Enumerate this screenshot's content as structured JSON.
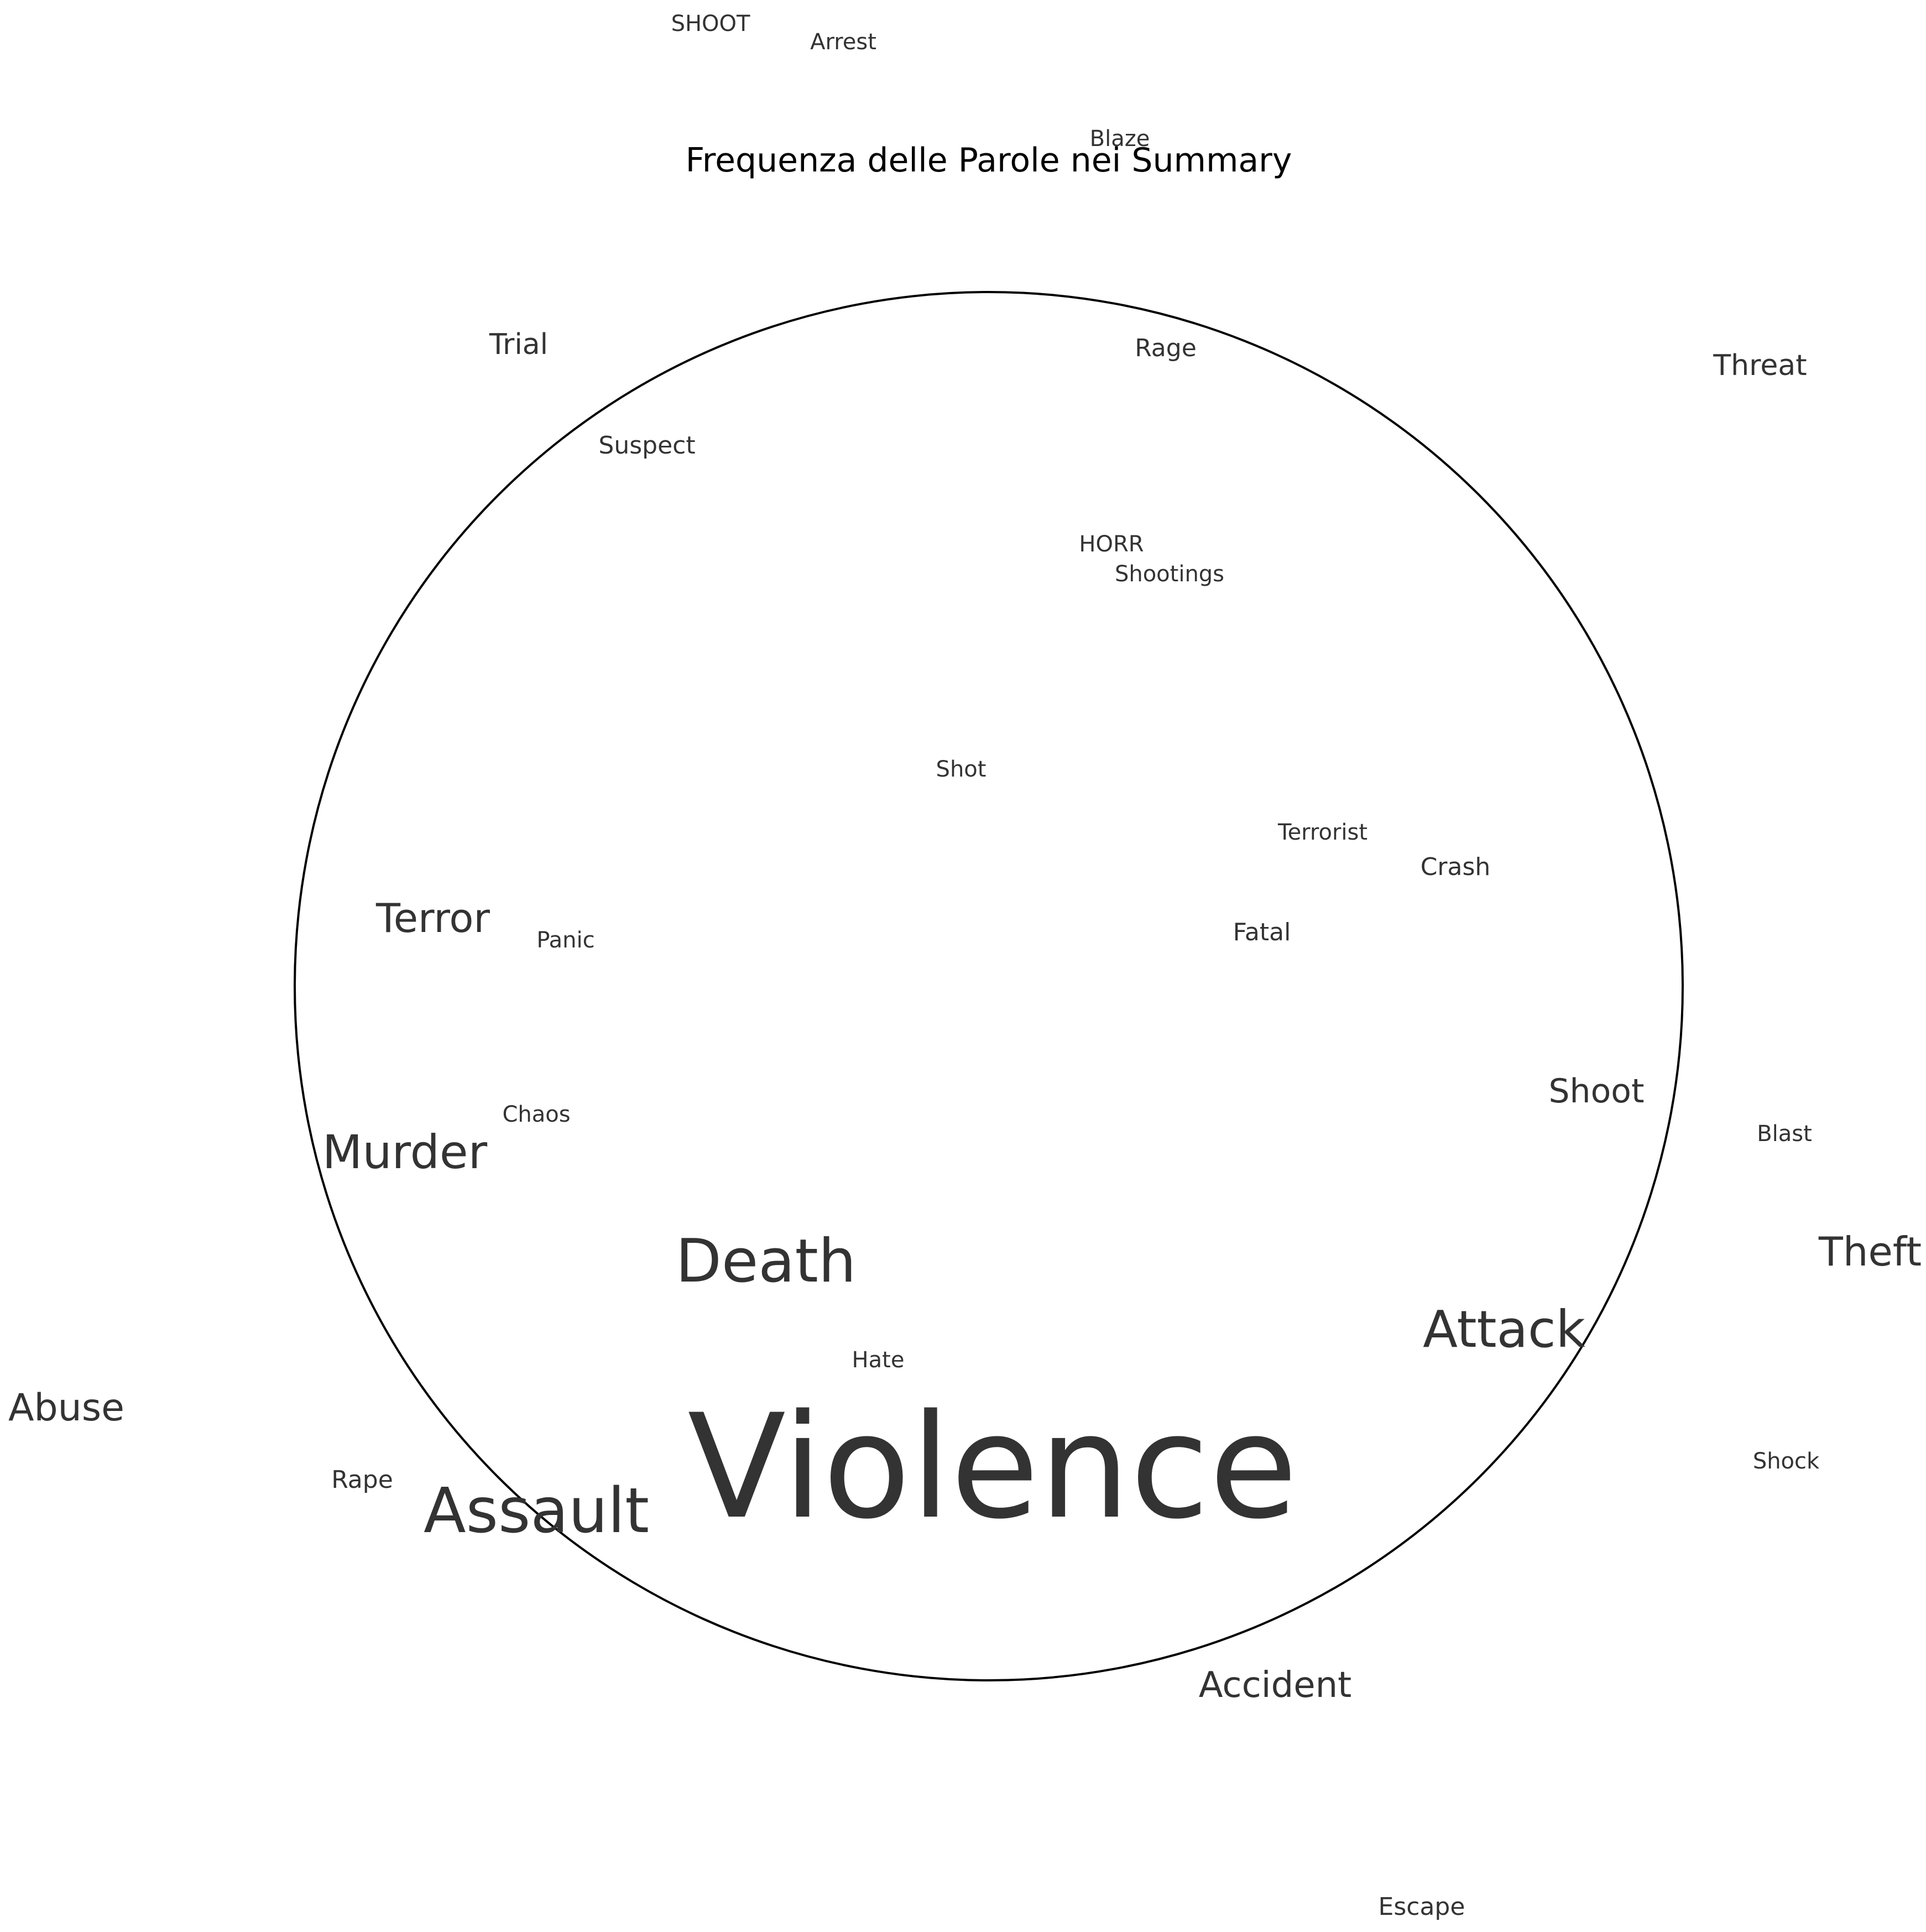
{
  "chart_data": {
    "type": "word_cloud",
    "title": "Frequenza delle Parole nei Summary",
    "colors": {
      "text": "#333333",
      "title": "#000000",
      "outline": "#000000",
      "background": "#ffffff"
    },
    "words": [
      {
        "text": "SHOOT",
        "weight": 1
      },
      {
        "text": "Arrest",
        "weight": 1
      },
      {
        "text": "Blaze",
        "weight": 1
      },
      {
        "text": "Trial",
        "weight": 1.3
      },
      {
        "text": "Rage",
        "weight": 1.1
      },
      {
        "text": "Threat",
        "weight": 1.3
      },
      {
        "text": "Suspect",
        "weight": 1.1
      },
      {
        "text": "HORR",
        "weight": 1
      },
      {
        "text": "Shootings",
        "weight": 1
      },
      {
        "text": "Shot",
        "weight": 1
      },
      {
        "text": "Terrorist",
        "weight": 1
      },
      {
        "text": "Crash",
        "weight": 1.1
      },
      {
        "text": "Terror",
        "weight": 1.8
      },
      {
        "text": "Panic",
        "weight": 1
      },
      {
        "text": "Fatal",
        "weight": 1.1
      },
      {
        "text": "Shoot",
        "weight": 1.5
      },
      {
        "text": "Blast",
        "weight": 1
      },
      {
        "text": "Chaos",
        "weight": 1
      },
      {
        "text": "Murder",
        "weight": 2.1
      },
      {
        "text": "Theft",
        "weight": 1.8
      },
      {
        "text": "Death",
        "weight": 2.7
      },
      {
        "text": "Attack",
        "weight": 2.3
      },
      {
        "text": "Hate",
        "weight": 1
      },
      {
        "text": "Abuse",
        "weight": 1.7
      },
      {
        "text": "Shock",
        "weight": 1
      },
      {
        "text": "Rape",
        "weight": 1.1
      },
      {
        "text": "Assault",
        "weight": 2.8
      },
      {
        "text": "Violence",
        "weight": 6.5
      },
      {
        "text": "Accident",
        "weight": 1.6
      },
      {
        "text": "Escape",
        "weight": 1.1
      }
    ]
  }
}
